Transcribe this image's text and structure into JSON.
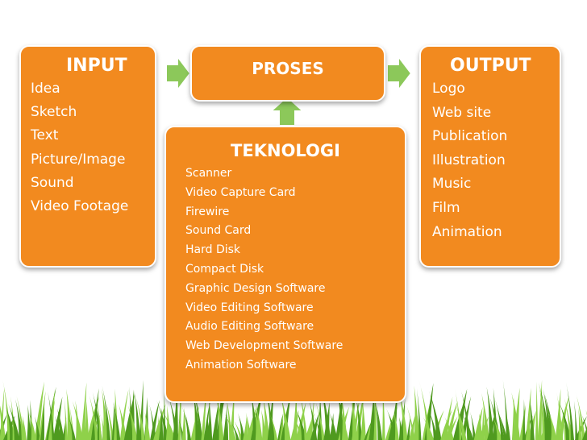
{
  "input": {
    "title": "INPUT",
    "items": [
      "Idea",
      "Sketch",
      "Text",
      "Picture/Image",
      "Sound",
      "Video Footage"
    ]
  },
  "proses": {
    "title": "PROSES"
  },
  "teknologi": {
    "title": "TEKNOLOGI",
    "items": [
      "Scanner",
      "Video Capture Card",
      "Firewire",
      "Sound Card",
      "Hard Disk",
      "Compact Disk",
      "Graphic Design Software",
      "Video Editing Software",
      "Audio Editing Software",
      "Web Development Software",
      "Animation Software"
    ]
  },
  "output": {
    "title": "OUTPUT",
    "items": [
      "Logo",
      "Web site",
      "Publication",
      "Illustration",
      "Music",
      "Film",
      "Animation"
    ]
  },
  "colors": {
    "box_fill": "#f28a1f",
    "arrow_fill": "#8cc85a",
    "arrow_stroke": "#ffffff",
    "grass_light": "#8fd14a",
    "grass_dark": "#4f9a1f",
    "text": "#ffffff"
  }
}
